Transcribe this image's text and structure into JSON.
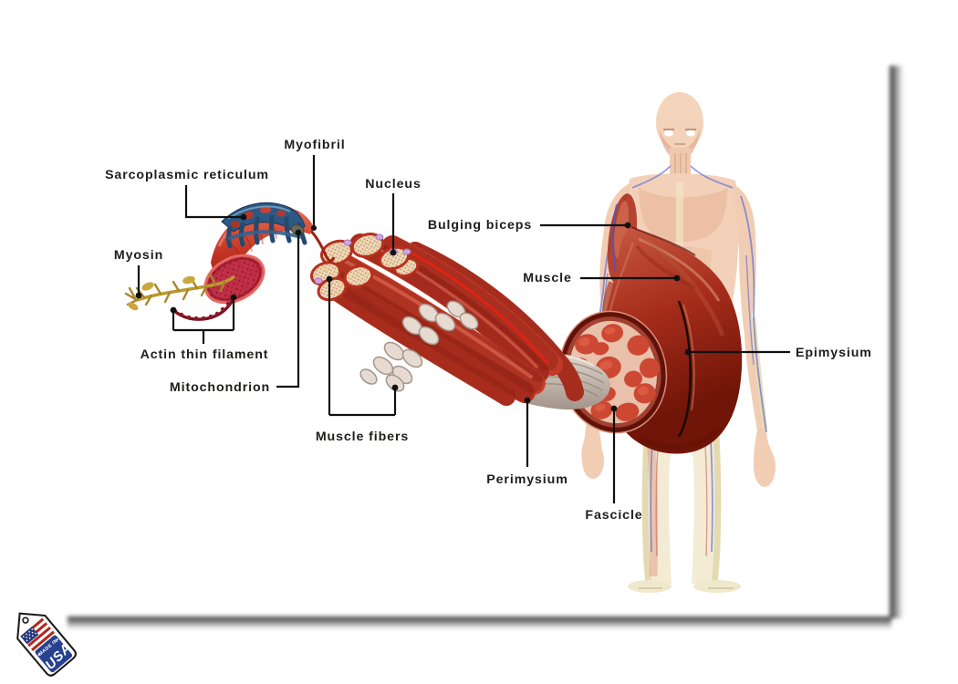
{
  "poster": {
    "description": "Muscle anatomy diagram print showing muscle structure from whole body to actin filament",
    "labels": {
      "myofibril": "Myofibril",
      "sarcoplasmic_reticulum": "Sarcoplasmic reticulum",
      "nucleus": "Nucleus",
      "bulging_biceps": "Bulging biceps",
      "muscle": "Muscle",
      "epimysium": "Epimysium",
      "myosin": "Myosin",
      "actin_thin_filament": "Actin thin filament",
      "mitochondrion": "Mitochondrion",
      "muscle_fibers": "Muscle fibers",
      "perimysium": "Perimysium",
      "fascicle": "Fascicle"
    },
    "colors": {
      "label_text": "#1d1d1b",
      "leader_line": "#101010",
      "muscle_red": "#b23423",
      "muscle_dark_red": "#7c180c",
      "fiber_cut_face_crimson": "#bf2f46",
      "bundle_cut_face_cream": "#ecd8b8",
      "reticulum_blue": "#2e5b89",
      "myosin_yellow": "#bb9a2e",
      "actin_dark_red": "#7a1420",
      "nucleus_purple": "#cfa6e2",
      "tendon_beige": "#cfc3b8",
      "body_skin": "#f2cdb2"
    }
  },
  "badge": {
    "made_in": "MADE IN",
    "usa": "USA"
  }
}
